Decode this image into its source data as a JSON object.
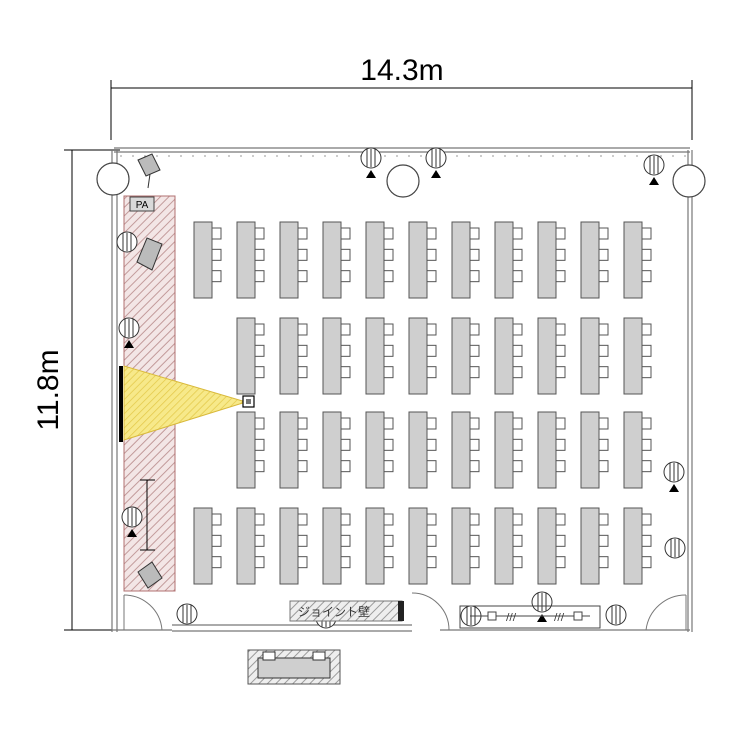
{
  "floorplan": {
    "width_label": "14.3m",
    "height_label": "11.8m",
    "pa_label": "PA",
    "partition_label": "ジョイント壁"
  },
  "seating": {
    "columns_count": 11,
    "rows": [
      {
        "row": 1,
        "columns": [
          1,
          2,
          3,
          4,
          5,
          6,
          7,
          8,
          9,
          10,
          11
        ]
      },
      {
        "row": 2,
        "columns": [
          2,
          3,
          4,
          5,
          6,
          7,
          8,
          9,
          10,
          11
        ]
      },
      {
        "row": 3,
        "columns": [
          2,
          3,
          4,
          5,
          6,
          7,
          8,
          9,
          10,
          11
        ]
      },
      {
        "row": 4,
        "columns": [
          1,
          2,
          3,
          4,
          5,
          6,
          7,
          8,
          9,
          10,
          11
        ]
      }
    ],
    "chairs_per_table": 3
  },
  "colors": {
    "table": "#cfcfcf",
    "stage_hatch": "#c9a0a0",
    "projection": "#f5e27a",
    "screen": "#000000"
  },
  "icons": [
    "speaker-icon",
    "light-icon",
    "projector-icon",
    "screen-icon",
    "door-icon"
  ]
}
